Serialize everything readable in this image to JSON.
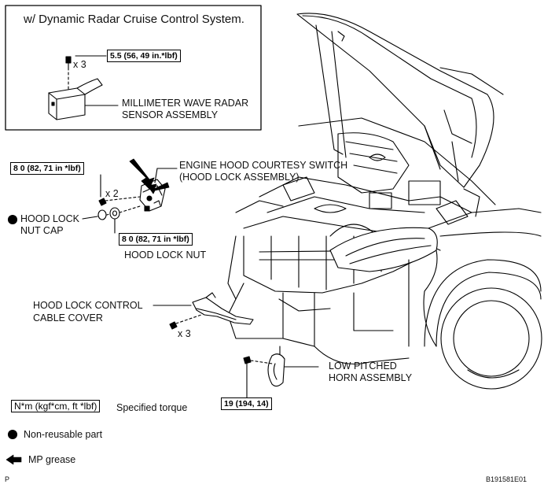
{
  "inset": {
    "title": "w/ Dynamic Radar Cruise Control System.",
    "torque": "5.5 (56, 49 in.*lbf)",
    "qty": "x 3",
    "radar_label_1": "MILLIMETER WAVE RADAR",
    "radar_label_2": "SENSOR ASSEMBLY"
  },
  "hood_lock": {
    "torque_bolts": "8 0 (82, 71 in *lbf)",
    "qty": "x 2",
    "switch_label_1": "ENGINE HOOD COURTESY SWITCH",
    "switch_label_2": "(HOOD LOCK ASSEMBLY)",
    "nut_cap_label_1": "HOOD LOCK",
    "nut_cap_label_2": "NUT CAP",
    "torque_nut": "8 0 (82, 71 in *lbf)",
    "nut_label": "HOOD LOCK NUT"
  },
  "cable_cover": {
    "label_1": "HOOD LOCK CONTROL",
    "label_2": "CABLE COVER",
    "qty": "x 3"
  },
  "horn": {
    "label_1": "LOW PITCHED",
    "label_2": "HORN ASSEMBLY",
    "torque": "19 (194, 14)"
  },
  "legend": {
    "torque_units": "N*m (kgf*cm, ft *lbf)",
    "torque_desc": "Specified torque",
    "nonreusable": "Non-reusable part",
    "grease": "MP grease"
  },
  "footer": {
    "left_mark": "P",
    "figure_id": "B191581E01"
  }
}
